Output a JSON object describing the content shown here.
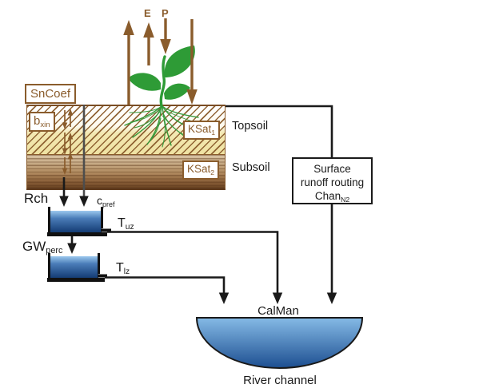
{
  "diagram": {
    "atmosphere": {
      "evaporation_label": "E",
      "precipitation_label": "P"
    },
    "soil": {
      "snow_coef": "SnCoef",
      "infiltration": {
        "base": "b",
        "sub": "xin"
      },
      "ksat_topsoil": {
        "base": "KSat",
        "sub": "1"
      },
      "ksat_subsoil": {
        "base": "KSat",
        "sub": "2"
      },
      "topsoil_label": "Topsoil",
      "subsoil_label": "Subsoil"
    },
    "groundwater": {
      "recharge": "Rch",
      "preferential_flow": {
        "base": "c",
        "sub": "pref"
      },
      "upper_zone_outflow": {
        "base": "T",
        "sub": "uz"
      },
      "lower_zone_outflow": {
        "base": "T",
        "sub": "lz"
      },
      "percolation": {
        "base": "GW",
        "sub": "perc"
      }
    },
    "routing": {
      "surface_box_line1": "Surface",
      "surface_box_line2": "runoff routing",
      "surface_box_chan": {
        "base": "Chan",
        "sub": "N2"
      },
      "calman": "CalMan",
      "river_channel": "River channel"
    },
    "colors": {
      "brown": "#8a5c2c",
      "dark_brown": "#5e3a1d",
      "black": "#1a1a1a",
      "gray_line": "#4d4d4d",
      "plant_green": "#2e9b36",
      "topsoil_cream": "#f0e3a6",
      "subsoil_light": "#dac5a6",
      "subsoil_dark": "#6b4423",
      "water_top": "#92c1ea",
      "water_bottom": "#143c74",
      "river_top": "#85bae6",
      "river_bottom": "#1d4f91"
    }
  }
}
